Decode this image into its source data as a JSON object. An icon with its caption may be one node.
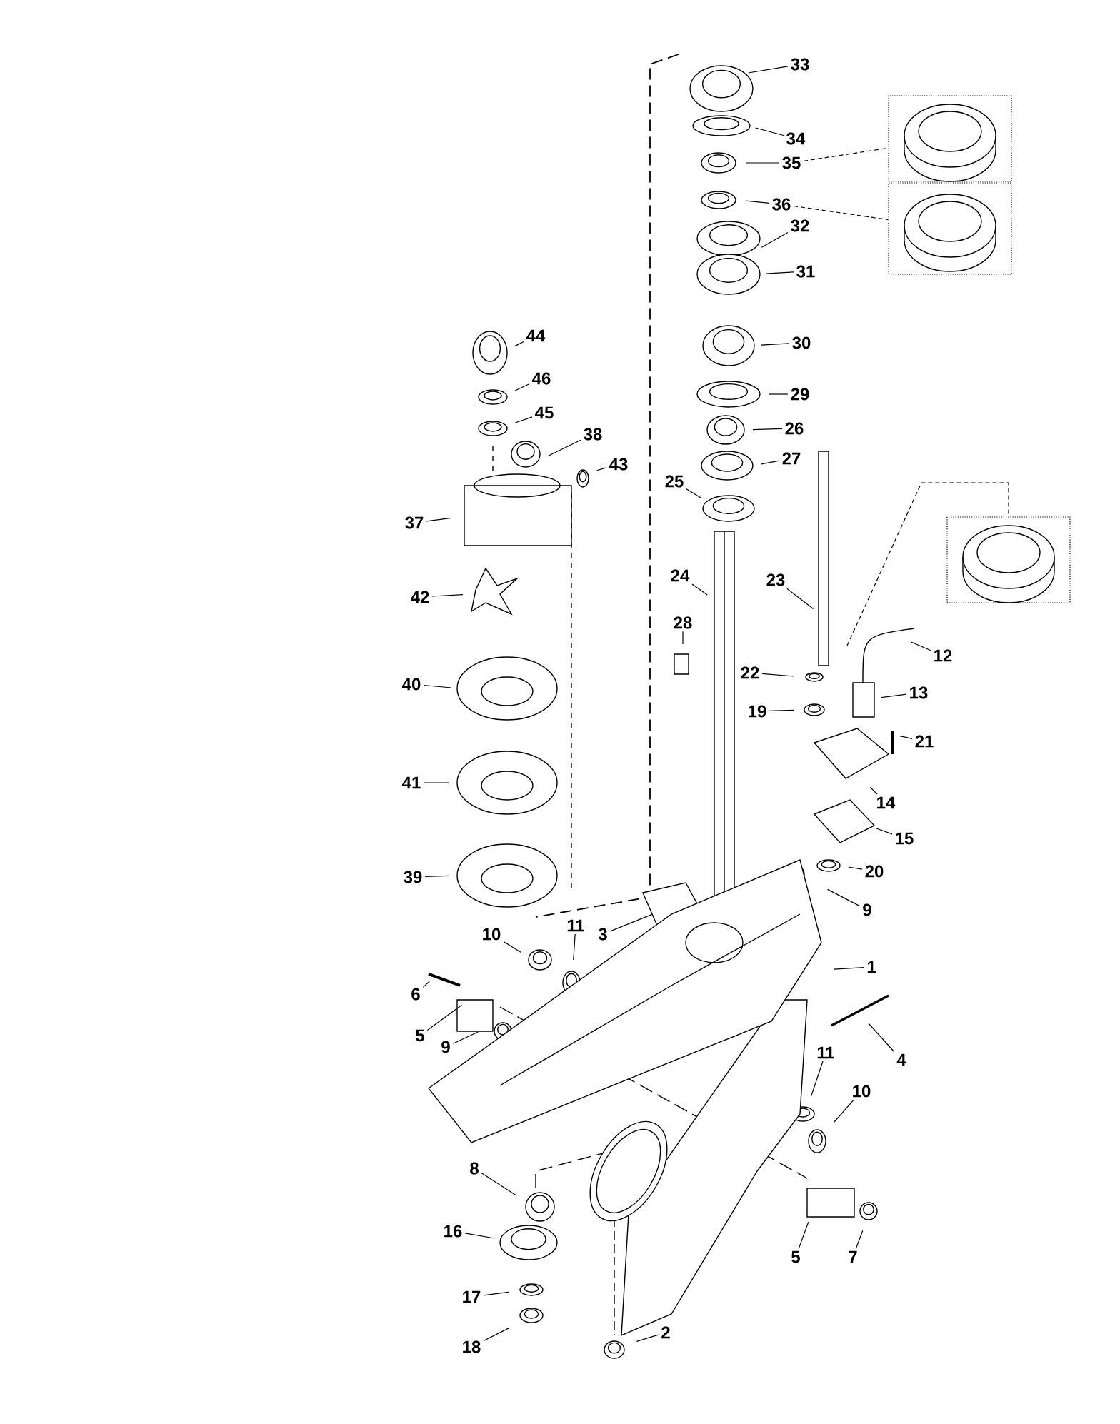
{
  "diagram": {
    "nodes": [
      {
        "text": [
          "33"
        ]
      },
      {
        "text": [
          "34"
        ]
      },
      {
        "text": [
          "35"
        ]
      },
      {
        "text": [
          "36"
        ]
      },
      {
        "text": [
          "32"
        ]
      },
      {
        "text": [
          "31"
        ]
      },
      {
        "text": [
          "30"
        ]
      },
      {
        "text": [
          "44"
        ]
      },
      {
        "text": [
          "29"
        ]
      },
      {
        "text": [
          "46"
        ]
      },
      {
        "text": [
          "45"
        ]
      },
      {
        "text": [
          "26"
        ]
      },
      {
        "text": [
          "38"
        ]
      },
      {
        "text": [
          "27"
        ]
      },
      {
        "text": [
          "43"
        ]
      },
      {
        "text": [
          "25"
        ]
      },
      {
        "text": [
          "37"
        ]
      },
      {
        "text": [
          "42"
        ]
      },
      {
        "text": [
          "24"
        ]
      },
      {
        "text": [
          "23"
        ]
      },
      {
        "text": [
          "12"
        ]
      },
      {
        "text": [
          "28"
        ]
      },
      {
        "text": [
          "22"
        ]
      },
      {
        "text": [
          "40"
        ]
      },
      {
        "text": [
          "13"
        ]
      },
      {
        "text": [
          "19"
        ]
      },
      {
        "text": [
          "21"
        ]
      },
      {
        "text": [
          "14"
        ]
      },
      {
        "text": [
          "41"
        ]
      },
      {
        "text": [
          "15"
        ]
      },
      {
        "text": [
          "20"
        ]
      },
      {
        "text": [
          "39"
        ]
      },
      {
        "text": [
          "9"
        ]
      },
      {
        "text": [
          "3"
        ]
      },
      {
        "text": [
          "10"
        ]
      },
      {
        "text": [
          "11"
        ]
      },
      {
        "text": [
          "1"
        ]
      },
      {
        "text": [
          "6"
        ]
      },
      {
        "text": [
          "5"
        ]
      },
      {
        "text": [
          "4"
        ]
      },
      {
        "text": [
          "9"
        ]
      },
      {
        "text": [
          "11"
        ]
      },
      {
        "text": [
          "10"
        ]
      },
      {
        "text": [
          "8"
        ]
      },
      {
        "text": [
          "16"
        ]
      },
      {
        "text": [
          "5"
        ]
      },
      {
        "text": [
          "7"
        ]
      },
      {
        "text": [
          "17"
        ]
      },
      {
        "text": [
          "18"
        ]
      },
      {
        "text": [
          "2"
        ]
      },
      {
        "text": [],
        "shape": "picture"
      },
      {
        "text": [],
        "shape": "picture"
      },
      {
        "text": [],
        "shape": "picture"
      }
    ],
    "edges": [
      {
        "from": 0,
        "to": null,
        "arrow": "none"
      },
      {
        "from": 1,
        "to": null,
        "arrow": "none"
      },
      {
        "from": 2,
        "to": null,
        "arrow": "none"
      },
      {
        "from": 3,
        "to": null,
        "arrow": "none"
      },
      {
        "from": 4,
        "to": null,
        "arrow": "none"
      },
      {
        "from": 5,
        "to": null,
        "arrow": "none"
      },
      {
        "from": 6,
        "to": null,
        "arrow": "none"
      },
      {
        "from": 7,
        "to": null,
        "arrow": "none"
      },
      {
        "from": 8,
        "to": null,
        "arrow": "none"
      },
      {
        "from": 9,
        "to": null,
        "arrow": "none"
      },
      {
        "from": 10,
        "to": null,
        "arrow": "none"
      },
      {
        "from": 11,
        "to": null,
        "arrow": "none"
      },
      {
        "from": 12,
        "to": null,
        "arrow": "none"
      },
      {
        "from": 13,
        "to": null,
        "arrow": "none"
      },
      {
        "from": 14,
        "to": null,
        "arrow": "none"
      },
      {
        "from": 15,
        "to": null,
        "arrow": "none"
      },
      {
        "from": 16,
        "to": null,
        "arrow": "none"
      },
      {
        "from": 17,
        "to": null,
        "arrow": "none"
      },
      {
        "from": 18,
        "to": null,
        "arrow": "none"
      },
      {
        "from": 19,
        "to": null,
        "arrow": "none"
      },
      {
        "from": 20,
        "to": null,
        "arrow": "none"
      },
      {
        "from": 21,
        "to": null,
        "arrow": "none"
      },
      {
        "from": 22,
        "to": null,
        "arrow": "none"
      },
      {
        "from": 23,
        "to": null,
        "arrow": "none"
      },
      {
        "from": 24,
        "to": null,
        "arrow": "none"
      },
      {
        "from": 25,
        "to": null,
        "arrow": "none"
      },
      {
        "from": 26,
        "to": null,
        "arrow": "none"
      },
      {
        "from": 27,
        "to": null,
        "arrow": "none"
      },
      {
        "from": 28,
        "to": null,
        "arrow": "none"
      },
      {
        "from": 29,
        "to": null,
        "arrow": "none"
      },
      {
        "from": 30,
        "to": null,
        "arrow": "none"
      },
      {
        "from": 31,
        "to": null,
        "arrow": "none"
      },
      {
        "from": 32,
        "to": null,
        "arrow": "none"
      },
      {
        "from": 33,
        "to": null,
        "arrow": "none"
      },
      {
        "from": 34,
        "to": null,
        "arrow": "none"
      },
      {
        "from": 35,
        "to": null,
        "arrow": "none"
      },
      {
        "from": 36,
        "to": null,
        "arrow": "none"
      },
      {
        "from": 37,
        "to": null,
        "arrow": "none"
      },
      {
        "from": 38,
        "to": null,
        "arrow": "none"
      },
      {
        "from": 39,
        "to": null,
        "arrow": "none"
      },
      {
        "from": 40,
        "to": null,
        "arrow": "none"
      },
      {
        "from": 41,
        "to": null,
        "arrow": "none"
      },
      {
        "from": 42,
        "to": null,
        "arrow": "none"
      },
      {
        "from": 43,
        "to": null,
        "arrow": "none"
      },
      {
        "from": 44,
        "to": null,
        "arrow": "none"
      },
      {
        "from": 45,
        "to": null,
        "arrow": "none"
      },
      {
        "from": 46,
        "to": null,
        "arrow": "none"
      },
      {
        "from": 47,
        "to": null,
        "arrow": "none"
      },
      {
        "from": 48,
        "to": null,
        "arrow": "none"
      },
      {
        "from": 49,
        "to": null,
        "arrow": "none"
      },
      {
        "from": 2,
        "to": 50,
        "arrow": "none",
        "style": "dashed"
      },
      {
        "from": 3,
        "to": 51,
        "arrow": "none",
        "style": "dashed"
      },
      {
        "from": null,
        "to": 52,
        "arrow": "none",
        "style": "dashed"
      }
    ]
  }
}
